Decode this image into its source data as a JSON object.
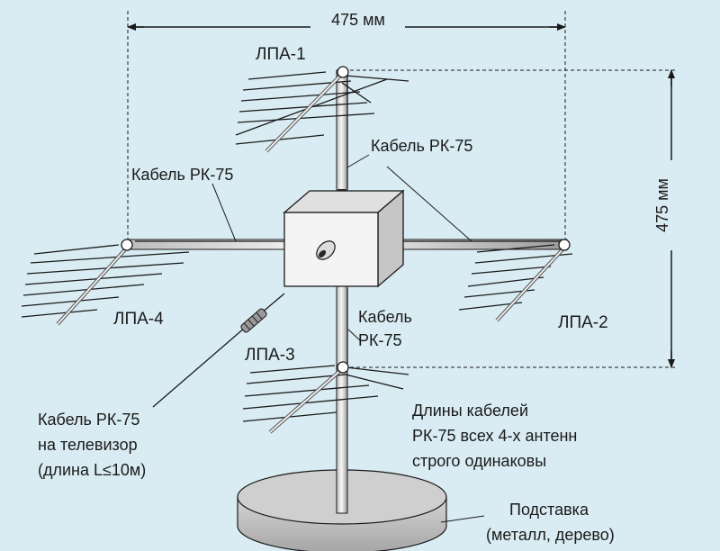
{
  "diagram": {
    "dimension_horizontal": "475 мм",
    "dimension_vertical": "475 мм",
    "antennas": {
      "lpa1": "ЛПА-1",
      "lpa2": "ЛПА-2",
      "lpa3": "ЛПА-3",
      "lpa4": "ЛПА-4"
    },
    "cables": {
      "right_upper": "Кабель РК-75",
      "left_upper": "Кабель РК-75",
      "center_line1": "Кабель",
      "center_line2": "РК-75"
    },
    "tv_cable": {
      "line1": "Кабель РК-75",
      "line2": "на телевизор",
      "line3": "(длина L≤10м)"
    },
    "note": {
      "line1": "Длины кабелей",
      "line2": "РК-75 всех 4-х антенн",
      "line3": "строго одинаковы"
    },
    "stand": {
      "line1": "Подставка",
      "line2": "(металл, дерево)"
    },
    "colors": {
      "background": "#d9ecf3",
      "line": "#1a1a1a",
      "box_front": "#f1f1f1",
      "box_top": "#dcdcdc",
      "box_side": "#bdbdbd",
      "pole": "#e8e8e8",
      "base": "#b8b8b8"
    }
  }
}
